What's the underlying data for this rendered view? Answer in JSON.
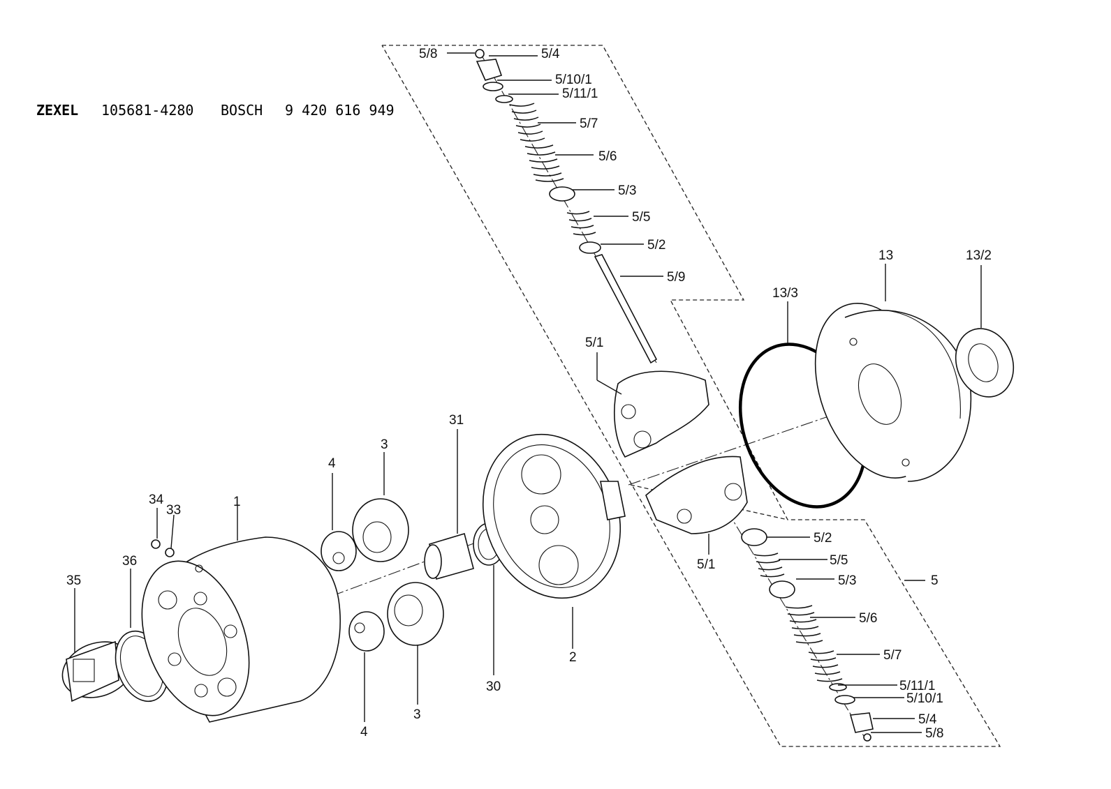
{
  "title": {
    "brand1": "ZEXEL",
    "code1": "105681-4280",
    "brand2": "BOSCH",
    "code2": "9 420 616 949"
  },
  "labels": {
    "l_5_8_top": "5/8",
    "l_5_4_top": "5/4",
    "l_5_10_1_top": "5/10/1",
    "l_5_11_1_top": "5/11/1",
    "l_5_7_top": "5/7",
    "l_5_6_top": "5/6",
    "l_5_3_top": "5/3",
    "l_5_5_top": "5/5",
    "l_5_2_top": "5/2",
    "l_5_9": "5/9",
    "l_5_1_top": "5/1",
    "l_13_3": "13/3",
    "l_13": "13",
    "l_13_2": "13/2",
    "l_31": "31",
    "l_3_top": "3",
    "l_4_top": "4",
    "l_34": "34",
    "l_33": "33",
    "l_1": "1",
    "l_36": "36",
    "l_35": "35",
    "l_30": "30",
    "l_2": "2",
    "l_4_bottom": "4",
    "l_3_bottom": "3",
    "l_5_1_bottom": "5/1",
    "l_5_2_bottom": "5/2",
    "l_5_5_bottom": "5/5",
    "l_5_3_bottom": "5/3",
    "l_5": "5",
    "l_5_6_bottom": "5/6",
    "l_5_7_bottom": "5/7",
    "l_5_11_1_bottom": "5/11/1",
    "l_5_10_1_bottom": "5/10/1",
    "l_5_4_bottom": "5/4",
    "l_5_8_bottom": "5/8"
  }
}
